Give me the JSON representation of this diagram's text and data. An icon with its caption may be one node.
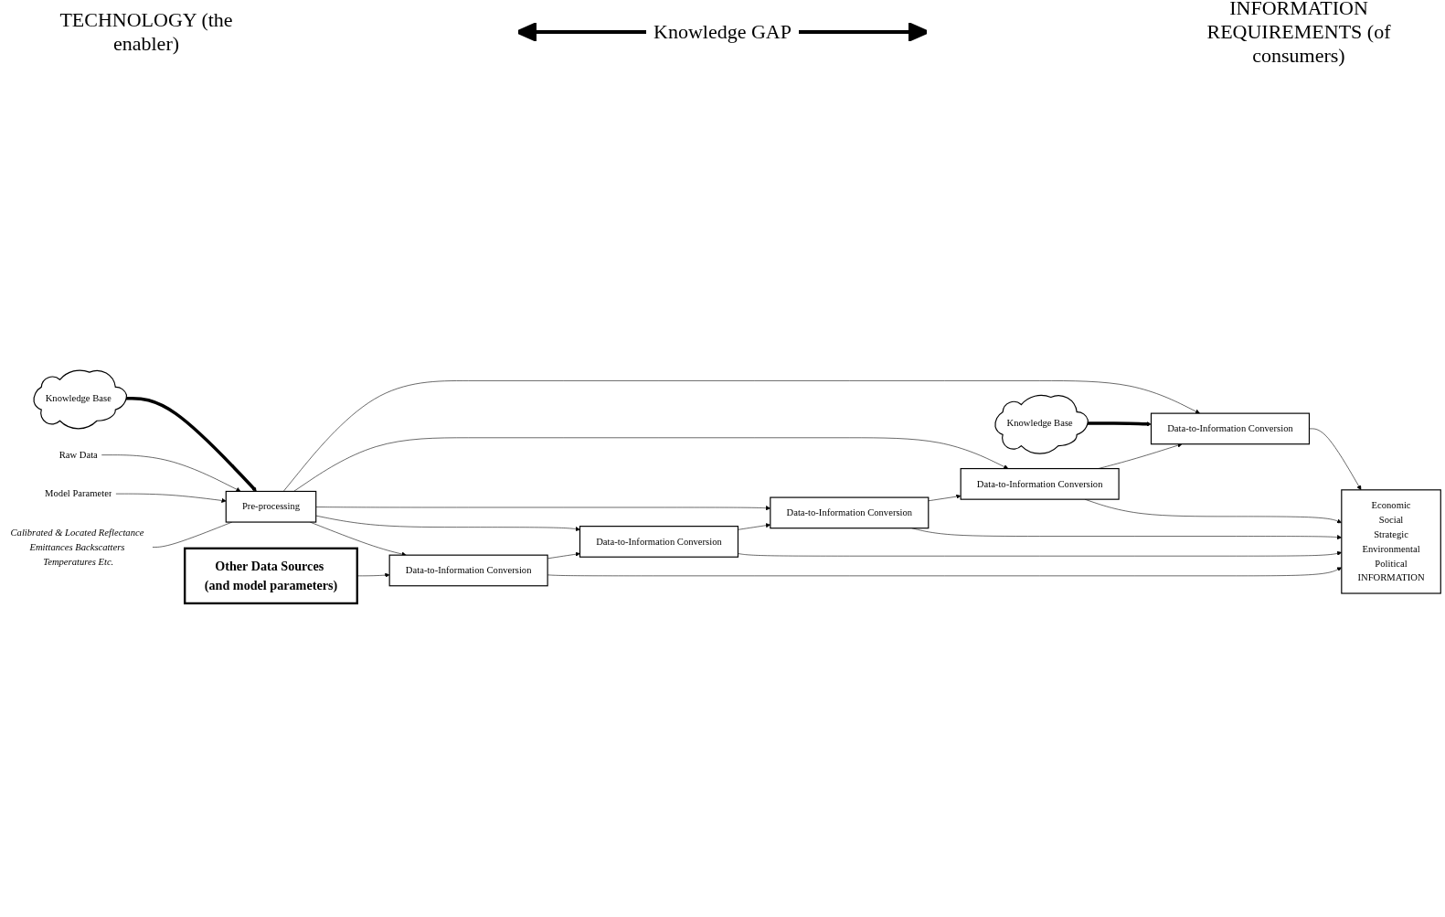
{
  "diagram": {
    "nodes": [
      {
        "text": [
          "Knowledge Base"
        ]
      },
      {
        "text": [
          "Raw Data"
        ]
      },
      {
        "text": [
          "Pre-processing"
        ]
      },
      {
        "text": [
          "Model Parameter"
        ]
      },
      {
        "text": [
          "Calibrated & Located Reflectance Emittances Backscatters Temperatures Etc."
        ]
      },
      {
        "text": [
          "Knowledge Base"
        ]
      },
      {
        "text": [
          "Data-to-Information Conversion"
        ]
      },
      {
        "text": [
          "Data-to-Information Conversion"
        ]
      },
      {
        "text": [
          "Data-to-Information Conversion"
        ]
      },
      {
        "text": [
          "Data-to-Information Conversion"
        ]
      },
      {
        "text": [
          "Data-to-Information Conversion"
        ]
      },
      {
        "text": [
          "Other Data Sources (and model parameters)"
        ]
      },
      {
        "text": [
          "Economic",
          "Social",
          "Strategic",
          "Environmental",
          "Political",
          "INFORMATION"
        ]
      }
    ],
    "edges": [
      {
        "from": 0,
        "to": 2,
        "arrow": "to",
        "style": "thick"
      },
      {
        "from": 1,
        "to": 2,
        "arrow": "to"
      },
      {
        "from": 3,
        "to": 2,
        "arrow": "to"
      },
      {
        "from": 4,
        "to": 2,
        "arrow": "none"
      },
      {
        "from": 2,
        "to": 6,
        "arrow": "to"
      },
      {
        "from": 2,
        "to": 7,
        "arrow": "to"
      },
      {
        "from": 2,
        "to": 8,
        "arrow": "to"
      },
      {
        "from": 2,
        "to": 9,
        "arrow": "to"
      },
      {
        "from": 2,
        "to": 10,
        "arrow": "to"
      },
      {
        "from": 5,
        "to": 6,
        "arrow": "to",
        "style": "thick"
      },
      {
        "from": 7,
        "to": 6,
        "arrow": "to"
      },
      {
        "from": 8,
        "to": 7,
        "arrow": "to"
      },
      {
        "from": 9,
        "to": 8,
        "arrow": "to"
      },
      {
        "from": 10,
        "to": 9,
        "arrow": "to"
      },
      {
        "from": 11,
        "to": 10,
        "arrow": "to"
      },
      {
        "from": 6,
        "to": 12,
        "arrow": "to"
      },
      {
        "from": 7,
        "to": 12,
        "arrow": "to"
      },
      {
        "from": 8,
        "to": 12,
        "arrow": "to"
      },
      {
        "from": 9,
        "to": 12,
        "arrow": "to"
      },
      {
        "from": 10,
        "to": 12,
        "arrow": "to"
      }
    ],
    "labels": [
      "TECHNOLOGY (the enabler)",
      "Knowledge GAP",
      "INFORMATION REQUIREMENTS (of consumers)"
    ]
  }
}
